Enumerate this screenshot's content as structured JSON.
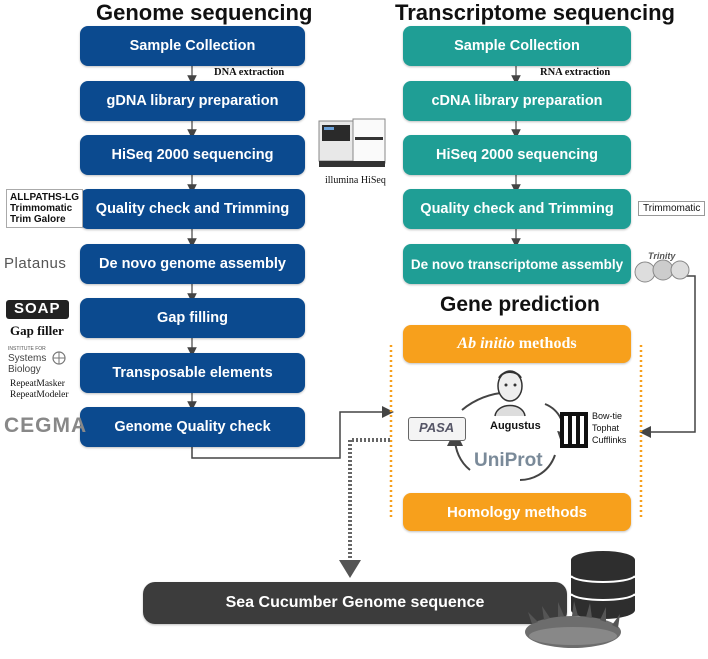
{
  "genome": {
    "title": "Genome sequencing",
    "steps": [
      "Sample Collection",
      "gDNA library preparation",
      "HiSeq 2000 sequencing",
      "Quality check and Trimming",
      "De novo genome assembly",
      "Gap filling",
      "Transposable elements",
      "Genome Quality check"
    ],
    "extraction_note": "DNA extraction"
  },
  "transcriptome": {
    "title": "Transcriptome sequencing",
    "steps": [
      "Sample Collection",
      "cDNA library preparation",
      "HiSeq 2000 sequencing",
      "Quality check and Trimming",
      "De novo transcriptome assembly"
    ],
    "extraction_note": "RNA extraction",
    "trim_tool": "Trimmomatic"
  },
  "tools": {
    "qc_tools": [
      "ALLPATHS-LG",
      "Trimmomatic",
      "Trim Galore"
    ],
    "assembler_logo": "Platanus",
    "gap_logo": "SOAP",
    "gap_label": "Gap filler",
    "isb_logo_small": "INSTITUTE FOR",
    "isb_logo_line1": "Systems",
    "isb_logo_line2": "Biology",
    "te_tools": [
      "RepeatMasker",
      "RepeatModeler"
    ],
    "qc_logo": "CEGMA",
    "sequencer_label": "illumina HiSeq",
    "trinity_logo": "Trinity"
  },
  "gene_prediction": {
    "title": "Gene prediction",
    "ab_initio_italic": "Ab initio",
    "ab_initio_rest": " methods",
    "homology": "Homology methods",
    "pasa_logo": "PASA",
    "augustus": "Augustus",
    "uniprot_logo": "UniProt",
    "rnaseq_tools": [
      "Bow-tie",
      "Tophat",
      "Cufflinks"
    ]
  },
  "output": {
    "label": "Sea Cucumber Genome sequence"
  },
  "colors": {
    "genome_box": "#0b4a8f",
    "transcriptome_box": "#1f9e95",
    "method_box": "#f7a01c",
    "output_box": "#3c3c3c",
    "arrow": "#444444",
    "dotted": "#f7a01c"
  }
}
